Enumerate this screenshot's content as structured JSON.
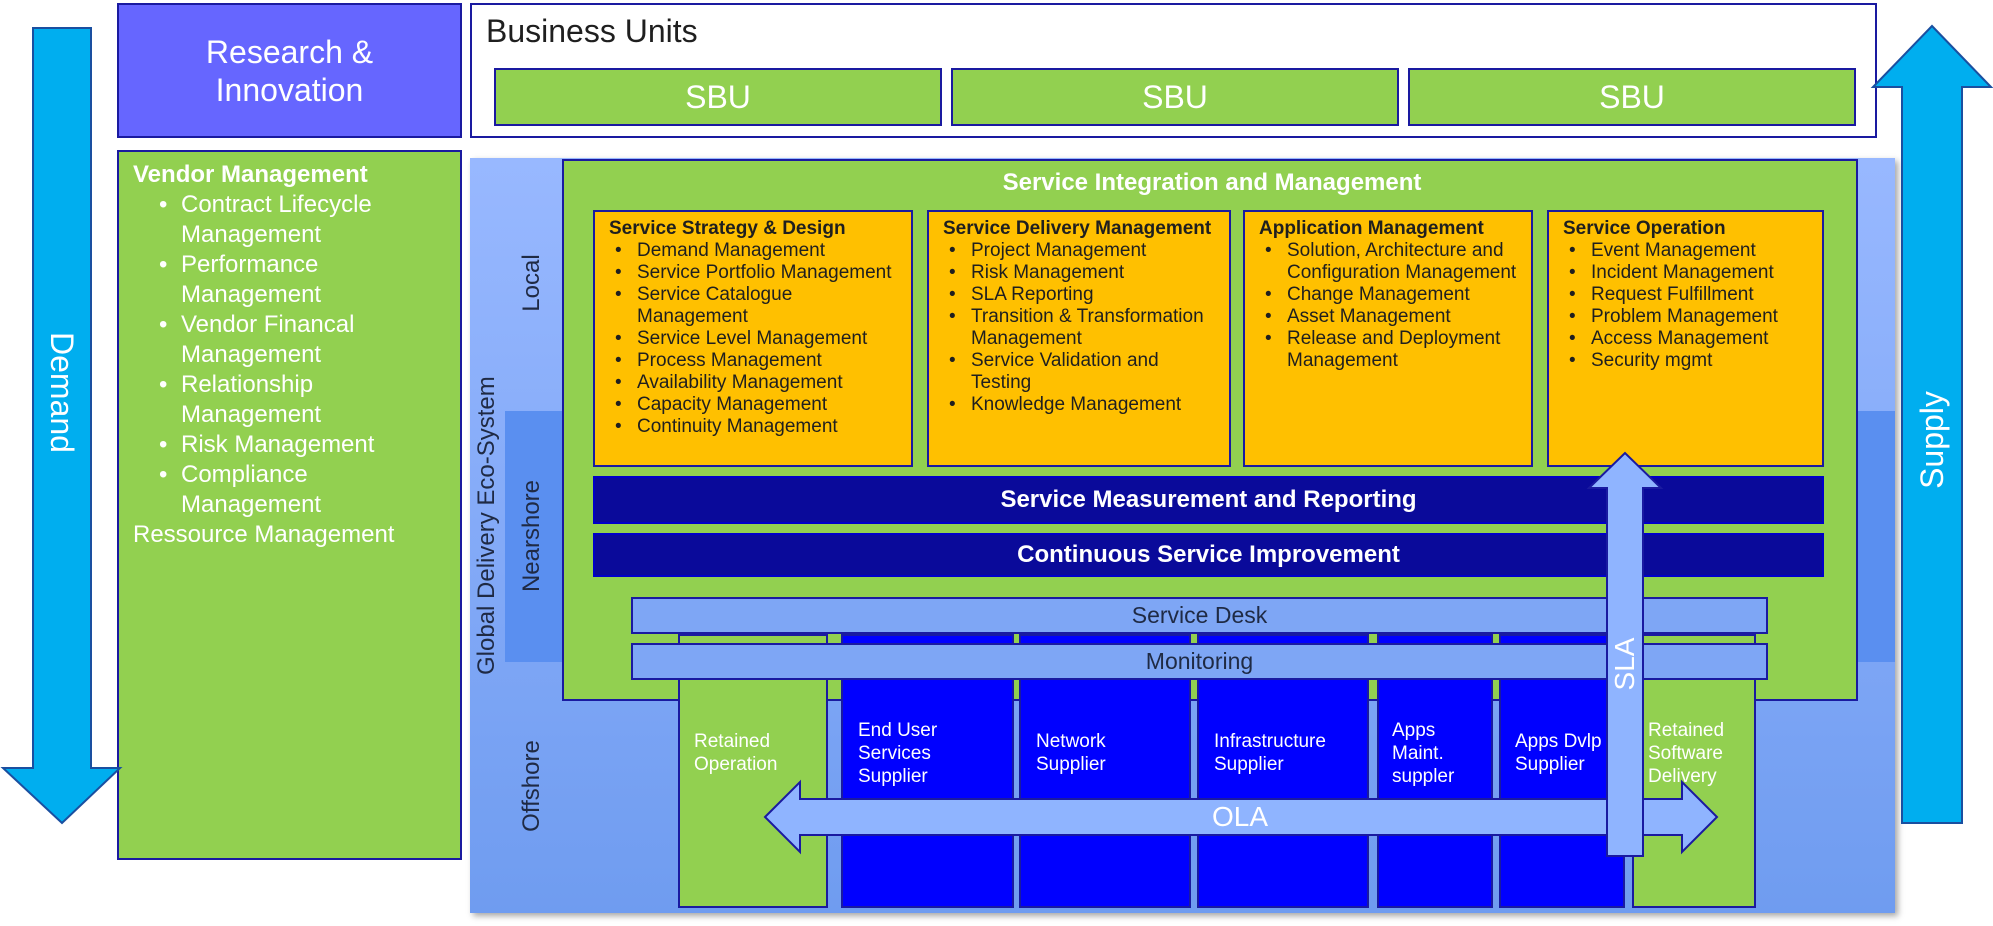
{
  "colors": {
    "green": "#92d050",
    "orange": "#ffc000",
    "navy": "#0a0a9a",
    "blue": "#0000ff",
    "cyan": "#00aeef",
    "purple": "#6666ff",
    "light_blue": "#8fb4ff"
  },
  "demand": {
    "label": "Demand"
  },
  "supply": {
    "label": "Supply"
  },
  "research": {
    "label": "Research & Innovation"
  },
  "business_units": {
    "title": "Business Units",
    "units": [
      "SBU",
      "SBU",
      "SBU"
    ]
  },
  "vendor": {
    "title": "Vendor Management",
    "items": [
      "Contract Lifecycle Management",
      "Performance Management",
      "Vendor Financal Management",
      "Relationship Management",
      "Risk Management",
      "Compliance Management"
    ],
    "footer": "Ressource Management"
  },
  "ecosystem": {
    "label": "Global Delivery Eco-System",
    "tiers": [
      "Local",
      "Nearshore",
      "Offshore"
    ]
  },
  "siam": {
    "title": "Service Integration and Management",
    "boxes": [
      {
        "title": "Service Strategy & Design",
        "items": [
          "Demand Management",
          "Service Portfolio Management",
          "Service Catalogue Management",
          "Service Level Management",
          "Process Management",
          "Availability Management",
          "Capacity Management",
          "Continuity Management"
        ]
      },
      {
        "title": "Service Delivery Management",
        "items": [
          "Project Management",
          "Risk Management",
          "SLA Reporting",
          "Transition & Transformation Management",
          "Service Validation and Testing",
          "Knowledge Management"
        ]
      },
      {
        "title": "Application Management",
        "items": [
          "Solution, Architecture and Configuration Management",
          "Change Management",
          "Asset Management",
          "Release and Deployment Management"
        ]
      },
      {
        "title": "Service Operation",
        "items": [
          "Event Management",
          "Incident Management",
          "Request Fulfillment",
          "Problem Management",
          "Access Management",
          "Security mgmt"
        ]
      }
    ],
    "measurement": "Service Measurement and Reporting",
    "improvement": "Continuous Service Improvement"
  },
  "service_desk": "Service Desk",
  "monitoring": "Monitoring",
  "suppliers": [
    "Retained Operation",
    "End User Services Supplier",
    "Network Supplier",
    "Infrastructure Supplier",
    "Apps Maint. suppler",
    "Apps Dvlp Supplier",
    "Retained Software Delivery"
  ],
  "ola": "OLA",
  "sla": "SLA"
}
